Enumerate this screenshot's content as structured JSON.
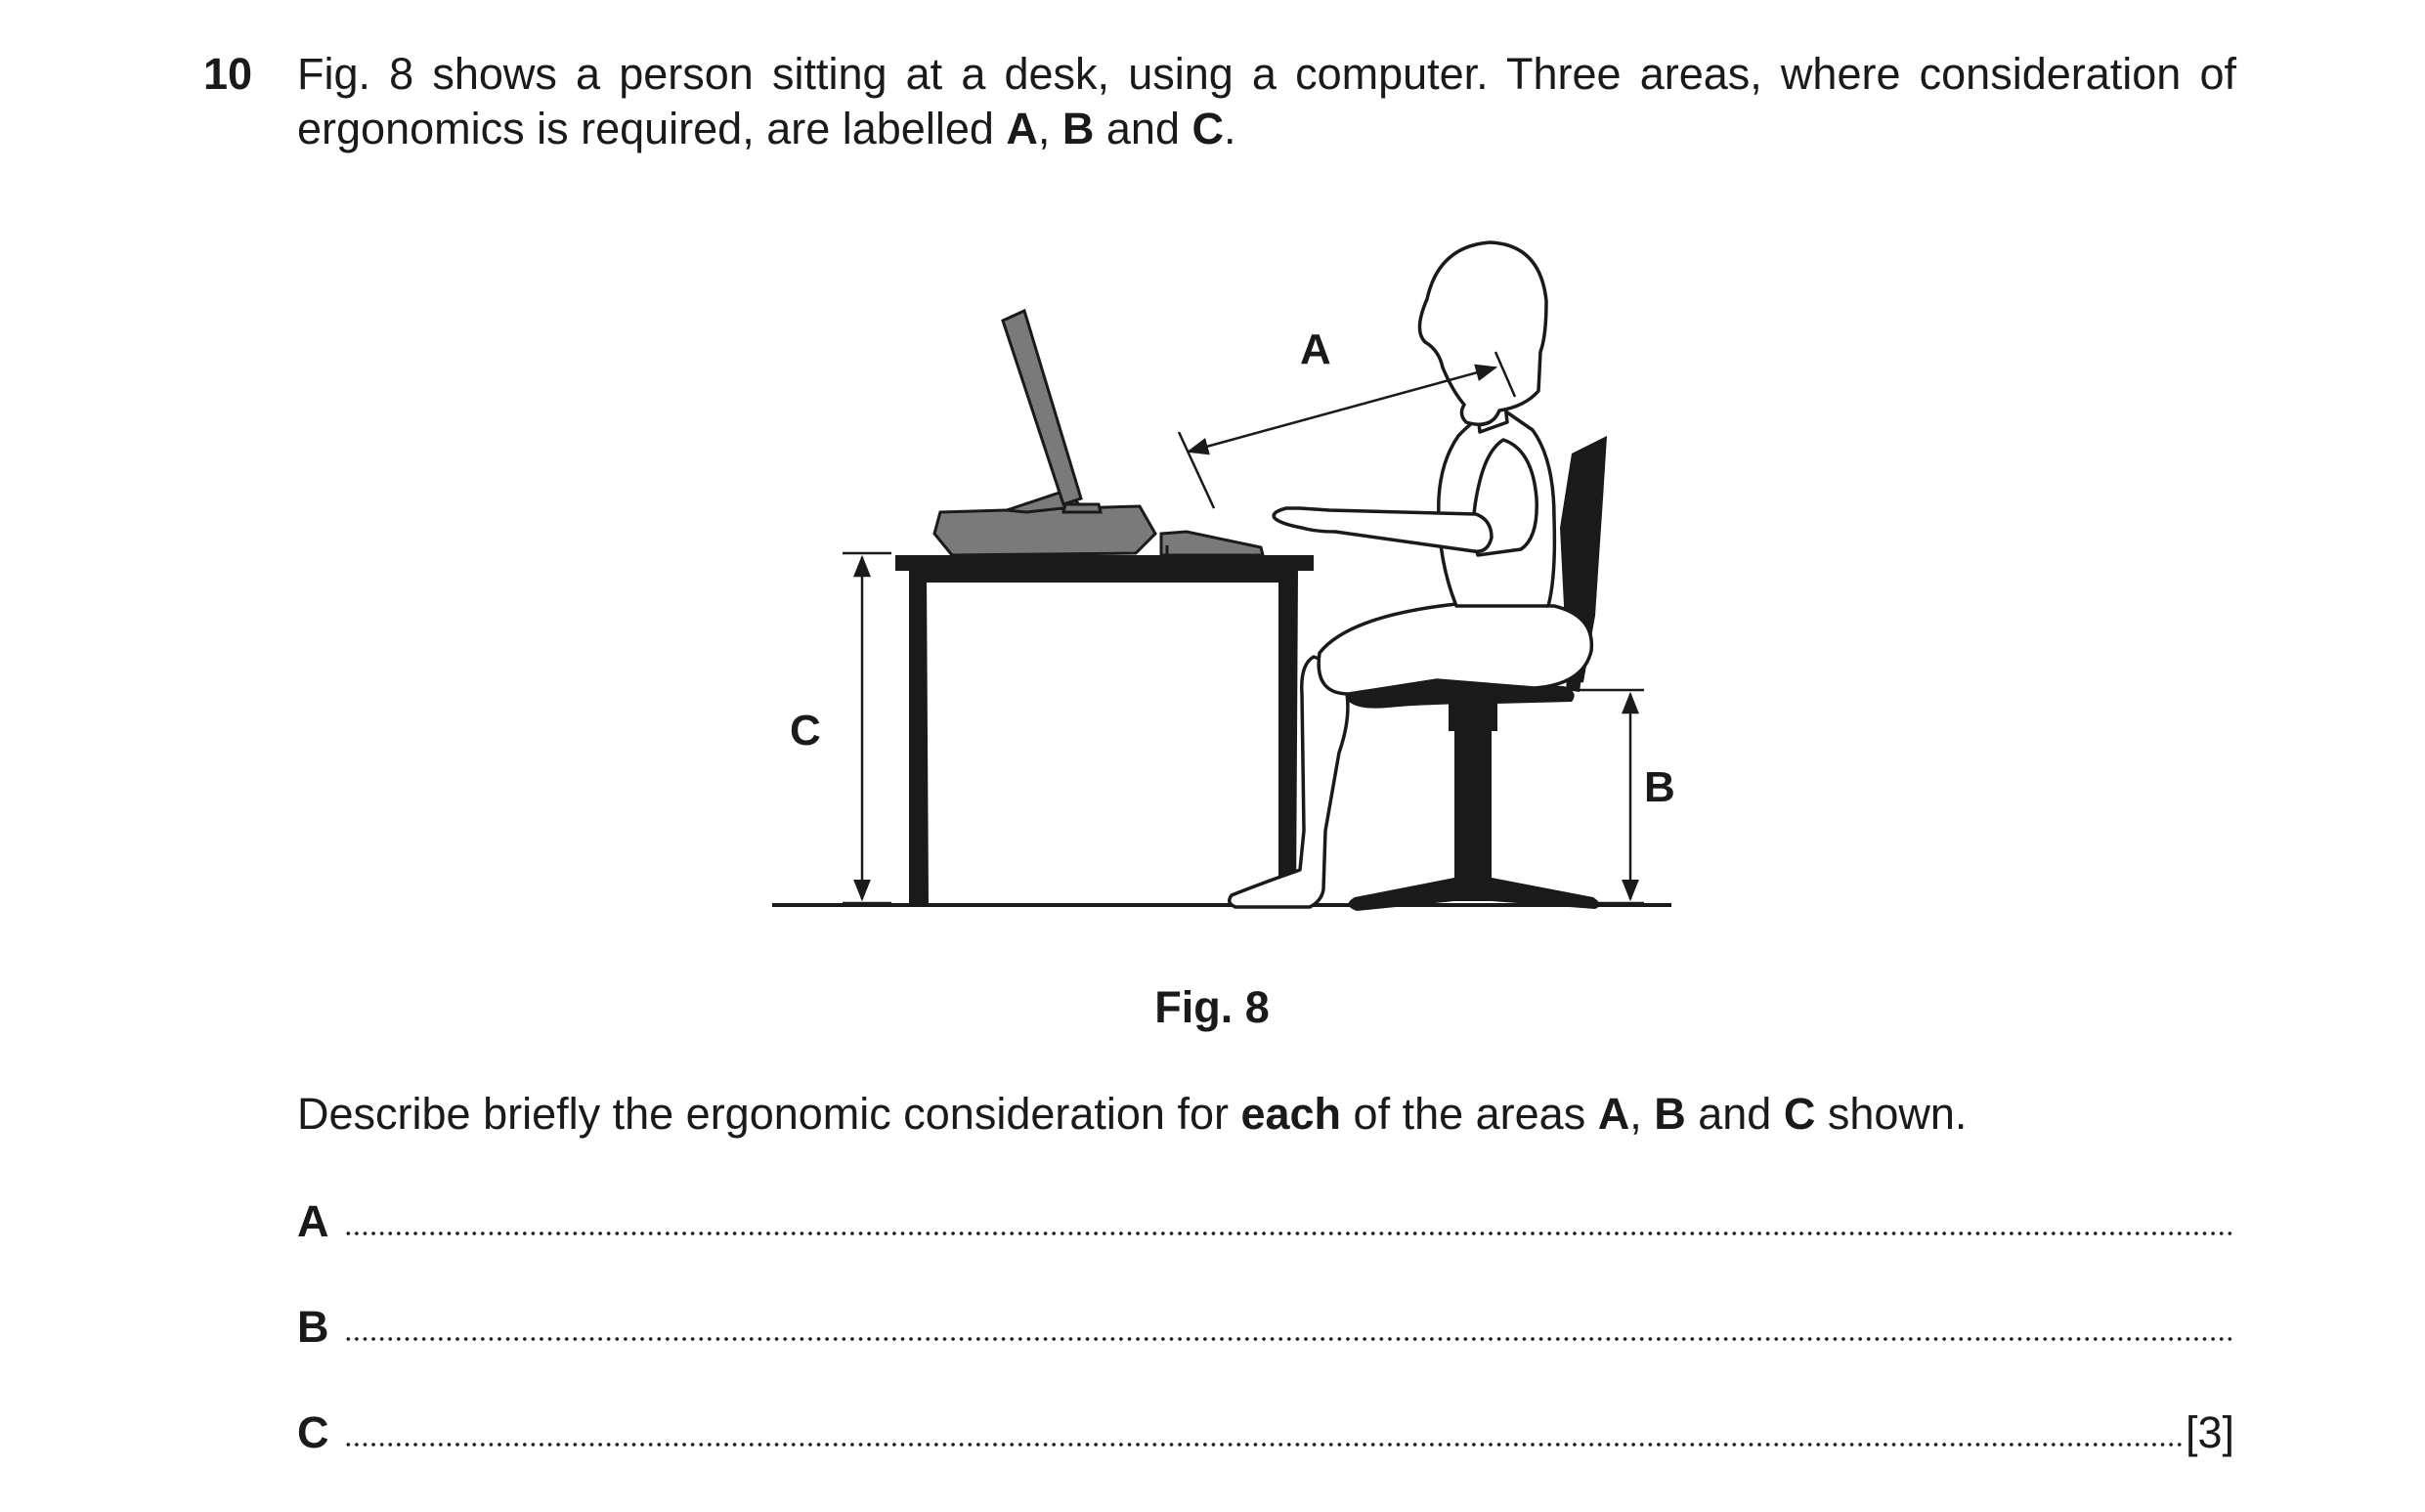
{
  "question": {
    "number": "10",
    "stem_intro": "Fig. 8 shows a person sitting at a desk, using a computer. Three areas, where consideration of ergonomics is required, are labelled ",
    "label_a": "A",
    "sep1": ", ",
    "label_b": "B",
    "sep2": " and ",
    "label_c": "C",
    "stem_end": "."
  },
  "figure": {
    "label_a": "A",
    "label_b": "B",
    "label_c": "C",
    "caption": "Fig. 8"
  },
  "instruction": {
    "part1": "Describe briefly the ergonomic consideration for ",
    "emphasis": "each",
    "part2": " of the areas ",
    "label_a": "A",
    "sep1": ", ",
    "label_b": "B",
    "sep2": " and ",
    "label_c": "C",
    "part3": " shown."
  },
  "answers": [
    {
      "letter": "A",
      "marks": ""
    },
    {
      "letter": "B",
      "marks": ""
    },
    {
      "letter": "C",
      "marks": "[3]"
    }
  ],
  "colors": {
    "ink": "#1a1a1a",
    "equipment_gray": "#7a7a7a"
  }
}
